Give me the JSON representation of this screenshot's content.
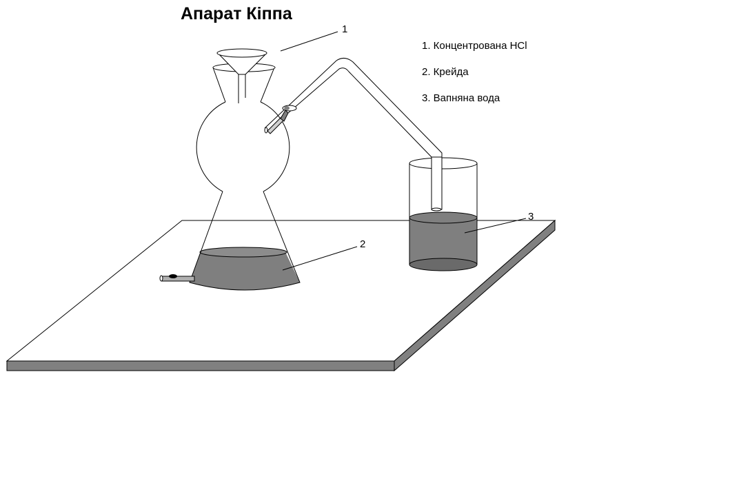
{
  "title": "Апарат Кіппа",
  "legend": [
    "1. Концентрована HCl",
    "2. Крейда",
    "3. Вапняна вода"
  ],
  "callouts": [
    "1",
    "2",
    "3"
  ],
  "colors": {
    "liquid": "#7f7f7f",
    "liquid_dark": "#6a6a6a",
    "table_edge": "#808080",
    "stroke": "#000000",
    "background": "#ffffff"
  }
}
